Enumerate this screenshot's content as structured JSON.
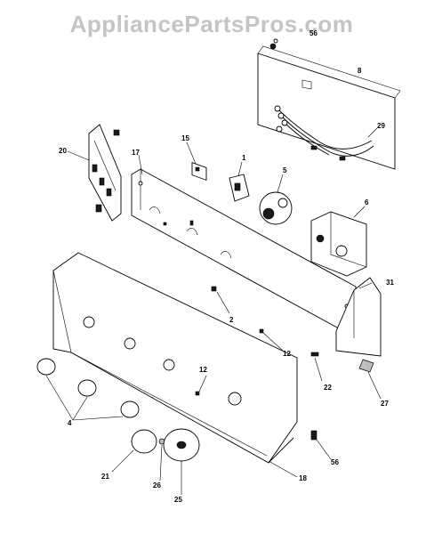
{
  "watermark": "AppliancePartsPros.com",
  "callouts": {
    "p1": "1",
    "p2": "2",
    "p4": "4",
    "p5": "5",
    "p6": "6",
    "p8": "8",
    "p12a": "12",
    "p12b": "12",
    "p15": "15",
    "p17": "17",
    "p18": "18",
    "p20": "20",
    "p21": "21",
    "p22": "22",
    "p25": "25",
    "p26": "26",
    "p27": "27",
    "p29": "29",
    "p31": "31",
    "p56a": "56",
    "p56b": "56"
  }
}
